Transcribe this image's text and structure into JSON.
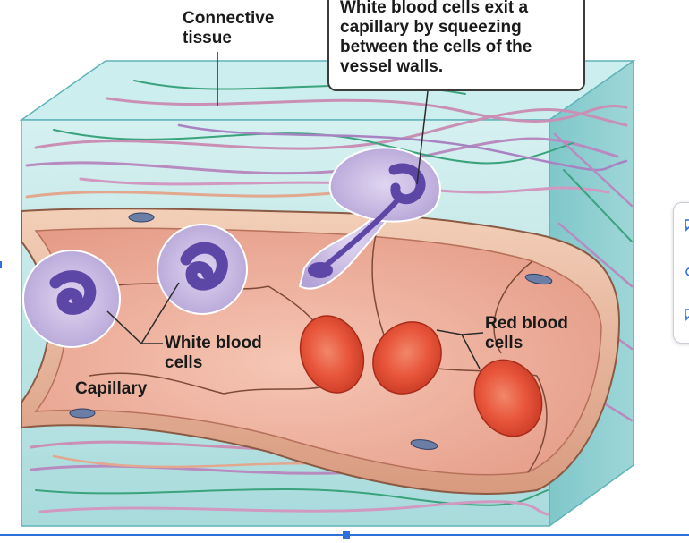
{
  "labels": {
    "connective_tissue": "Connective\ntissue",
    "callout": "White blood cells exit a\ncapillary by squeezing\nbetween the cells of the\nvessel walls.",
    "white_blood_cells": "White blood\ncells",
    "capillary": "Capillary",
    "red_blood_cells": "Red blood\ncells"
  },
  "colors": {
    "tissue": "#bfe6e6",
    "tissue_edge": "#5fb4b9",
    "vessel_wall": "#e8b89a",
    "lumen": "#eeb3a0",
    "red_cell": "#e8553b",
    "white_cell": "#c9bde3",
    "nucleus": "#5d47a6",
    "frame": "#2e6fd8"
  }
}
